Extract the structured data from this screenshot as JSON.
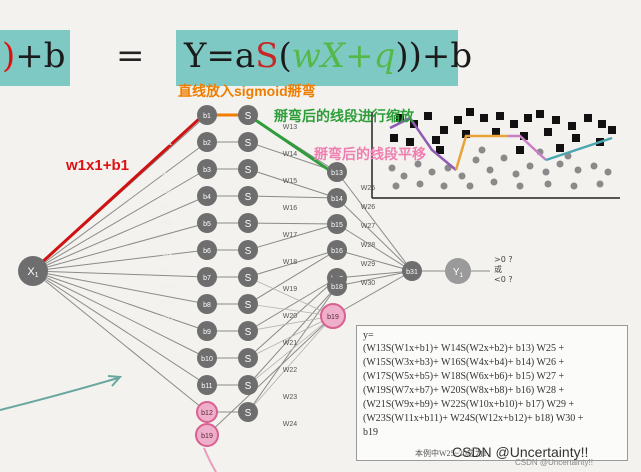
{
  "formula": {
    "left_paren": ")",
    "left_rest": "+b",
    "equals": "=",
    "right_prefix": "Y=a",
    "right_S": "S",
    "right_open": "(",
    "right_inner": "wX+q",
    "right_suffix": "))+b"
  },
  "annotations": {
    "w1x1": "w1x1+b1",
    "straight_into_sigmoid": "直线放入sigmoid掰弯",
    "bend_then_scale": "掰弯后的线段进行缩放",
    "bend_then_shift": "掰弯后的线段平移"
  },
  "nodes": {
    "input": "X",
    "input_sub": "1",
    "hidden_b": [
      "b1",
      "b2",
      "b3",
      "b4",
      "b5",
      "b6",
      "b7",
      "b8",
      "b9",
      "b10",
      "b11",
      "b12"
    ],
    "sig_symbol": "S",
    "sum_nodes": [
      "b13",
      "b14",
      "b15",
      "b16",
      "b17",
      "b18",
      "b19"
    ],
    "pink_right": "b19",
    "out_b": "b31",
    "out_y": "Y",
    "out_y_sub": "1",
    "out_conditions": [
      ">0 ?",
      "或",
      "<0 ?"
    ]
  },
  "weights_left": [
    "W1",
    "W2",
    "W3",
    "W4",
    "W5",
    "W6",
    "W7",
    "W8",
    "W9",
    "W10",
    "W11",
    "W12"
  ],
  "weights_mid": [
    "W13",
    "W14",
    "W15",
    "W16",
    "W17",
    "W18",
    "W19",
    "W20",
    "W21",
    "W22",
    "W23",
    "W24"
  ],
  "weights_right": [
    "W25",
    "W26",
    "W27",
    "W28",
    "W29",
    "W30"
  ],
  "equation": {
    "lines": [
      "y=",
      "(W13S(W1x+b1)+ W14S(W2x+b2)+ b13) W25 +",
      "(W15S(W3x+b3)+ W16S(W4x+b4)+ b14) W26 +",
      "(W17S(W5x+b5)+ W18S(W6x+b6)+ b15) W27 +",
      "(W19S(W7x+b7)+ W20S(W8x+b8)+ b16) W28 +",
      "(W21S(W9x+b9)+ W22S(W10x+b10)+ b17) W29 +",
      "(W23S(W11x+b11)+ W24S(W12x+b12)+ b18) W30 +",
      "b19"
    ],
    "note": "本例中W25~30应为1"
  },
  "watermark": "CSDN @Uncertainty!!",
  "watermark_small": "CSDN @Uncertainty!!",
  "colors": {
    "formula_bg": "#7fc9c4",
    "red": "#d11111",
    "orange": "#ef7d00",
    "green": "#2e9e3a",
    "pink": "#ef7fb0",
    "node": "#6e6e6e"
  }
}
